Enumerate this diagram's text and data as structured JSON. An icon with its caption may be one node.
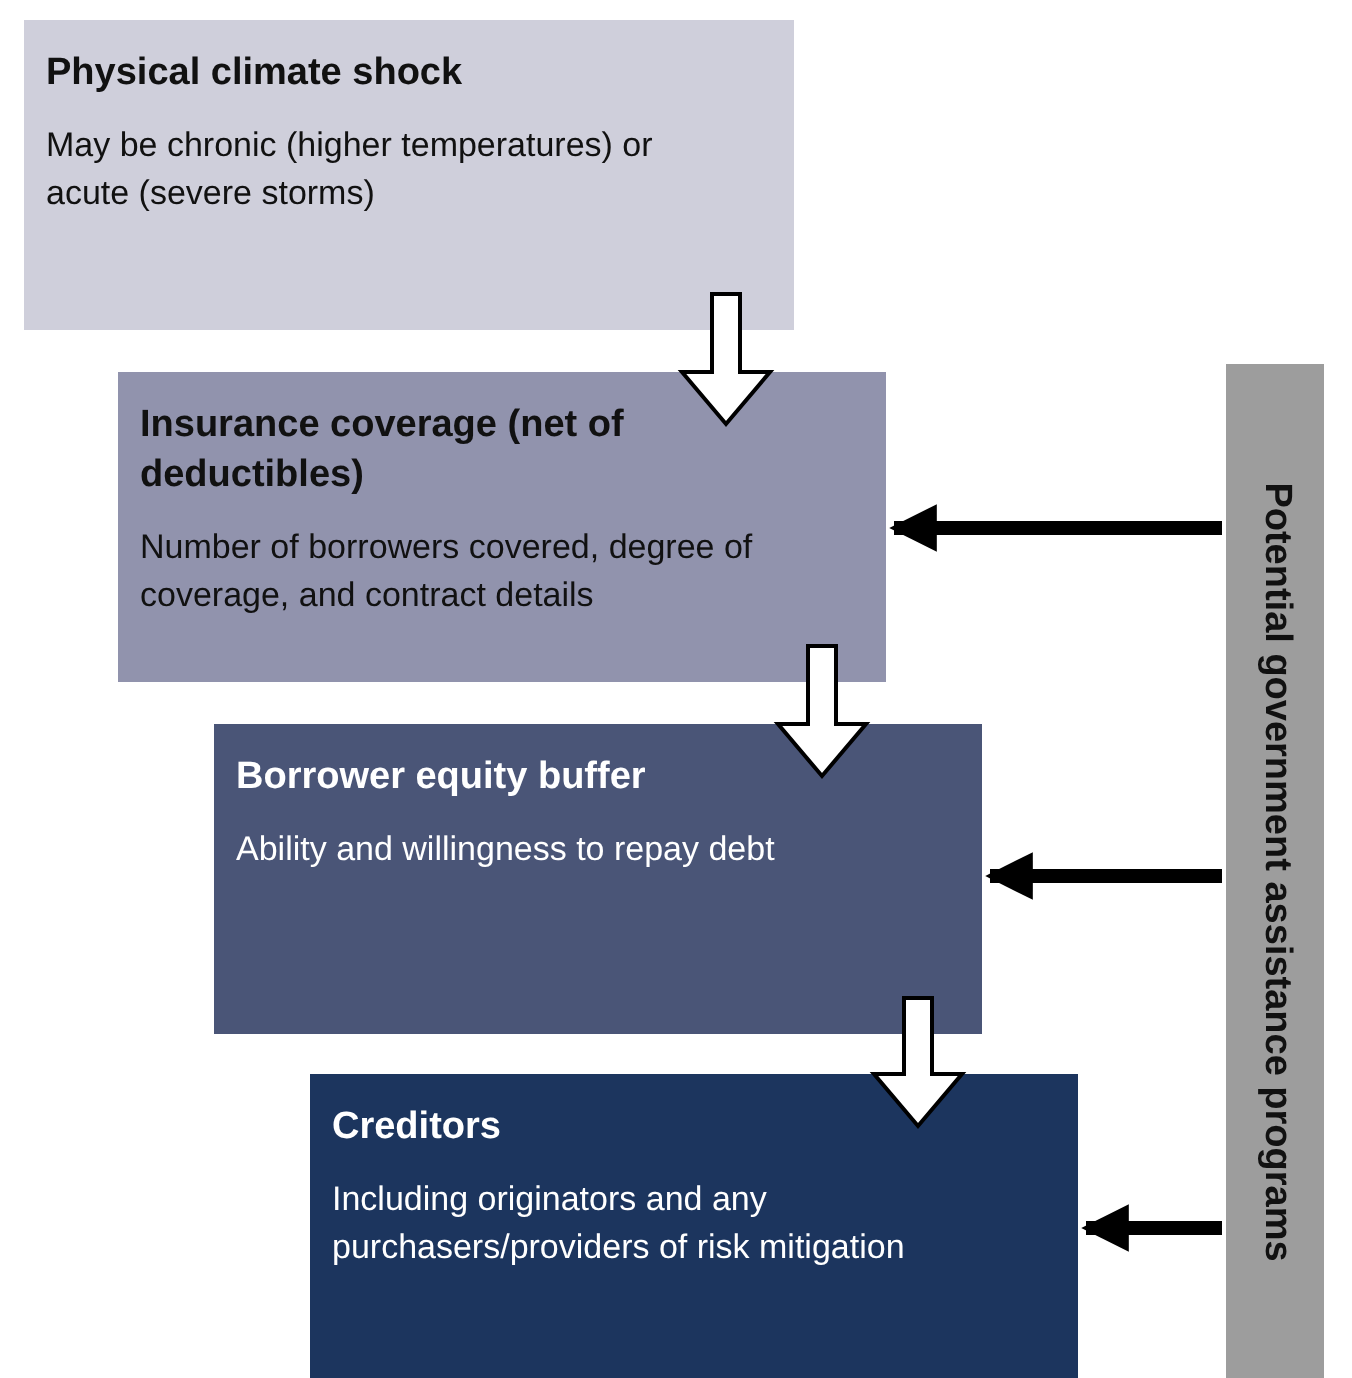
{
  "diagram": {
    "nodes": [
      {
        "text": [
          "Physical climate shock",
          "May be chronic (higher temperatures) or acute (severe storms)"
        ]
      },
      {
        "text": [
          "Insurance coverage (net of deductibles)",
          "Number of borrowers covered, degree of coverage, and contract details"
        ]
      },
      {
        "text": [
          "Borrower equity buffer",
          "Ability and willingness to repay debt"
        ]
      },
      {
        "text": [
          "Creditors",
          "Including originators and any purchasers/providers of risk mitigation"
        ]
      },
      {
        "text": [
          "Potential government assistance programs"
        ]
      }
    ],
    "edges": [
      {
        "from": 0,
        "to": 1,
        "arrow": "to"
      },
      {
        "from": 1,
        "to": 2,
        "arrow": "to"
      },
      {
        "from": 2,
        "to": 3,
        "arrow": "to"
      },
      {
        "from": 4,
        "to": 1,
        "arrow": "to"
      },
      {
        "from": 4,
        "to": 2,
        "arrow": "to"
      },
      {
        "from": 4,
        "to": 3,
        "arrow": "to"
      }
    ]
  }
}
